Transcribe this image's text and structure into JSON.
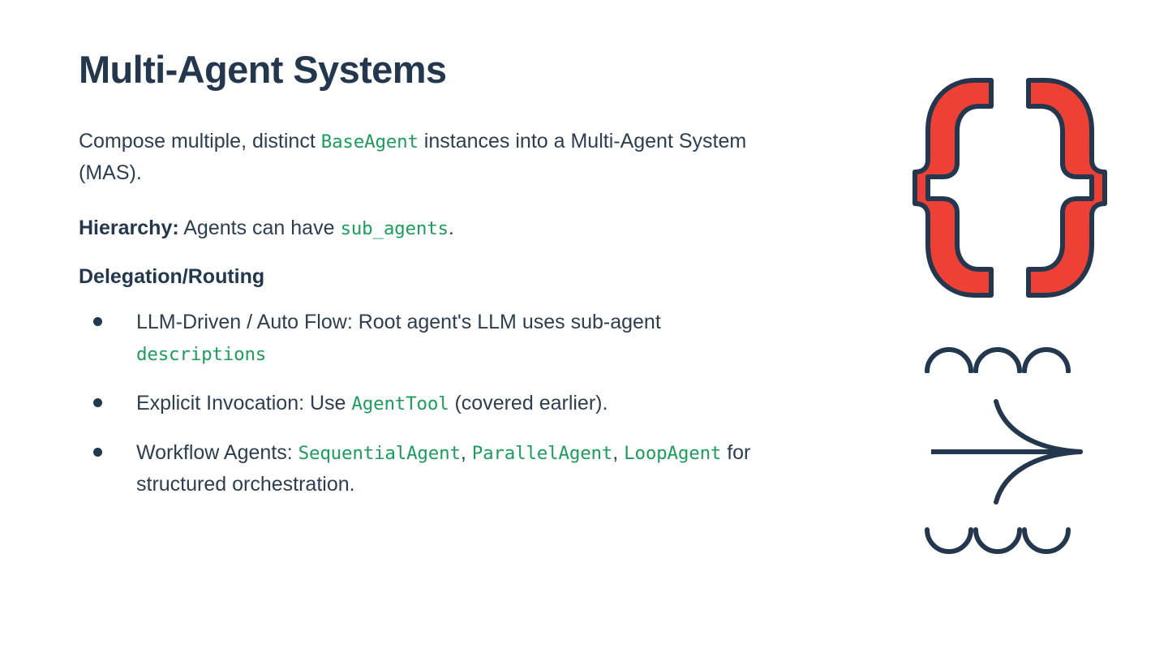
{
  "slide": {
    "title": "Multi-Agent Systems",
    "background_color": "#ffffff",
    "text_color": "#2c3e52",
    "heading_color": "#23374e",
    "code_color": "#1d9d5b",
    "accent_color": "#ee4136"
  },
  "intro": {
    "part1": "Compose multiple, distinct ",
    "code1": "BaseAgent",
    "part2": " instances into a Multi-Agent System (MAS)."
  },
  "hierarchy": {
    "lead_in": "Hierarchy:",
    "part1": " Agents can have ",
    "code1": "sub_agents",
    "part2": "."
  },
  "section": {
    "heading": "Delegation/Routing"
  },
  "bullets": [
    {
      "part1": "LLM-Driven / Auto Flow: Root agent's LLM uses sub-agent ",
      "code1": "descriptions",
      "part2": ""
    },
    {
      "part1": "Explicit Invocation: Use ",
      "code1": "AgentTool",
      "part2": " (covered earlier)."
    },
    {
      "part1": "Workflow Agents: ",
      "code1": "SequentialAgent",
      "part2": ", ",
      "code2": "ParallelAgent",
      "part3": ", ",
      "code3": "LoopAgent",
      "part4": " for structured orchestration."
    }
  ],
  "decor": {
    "braces_label": "curly-braces",
    "arcs_top_label": "three-arcs-up",
    "arrow_label": "curved-arrow-right",
    "arcs_bottom_label": "three-arcs-down",
    "fill": "#ee4136",
    "stroke": "#23374e"
  }
}
